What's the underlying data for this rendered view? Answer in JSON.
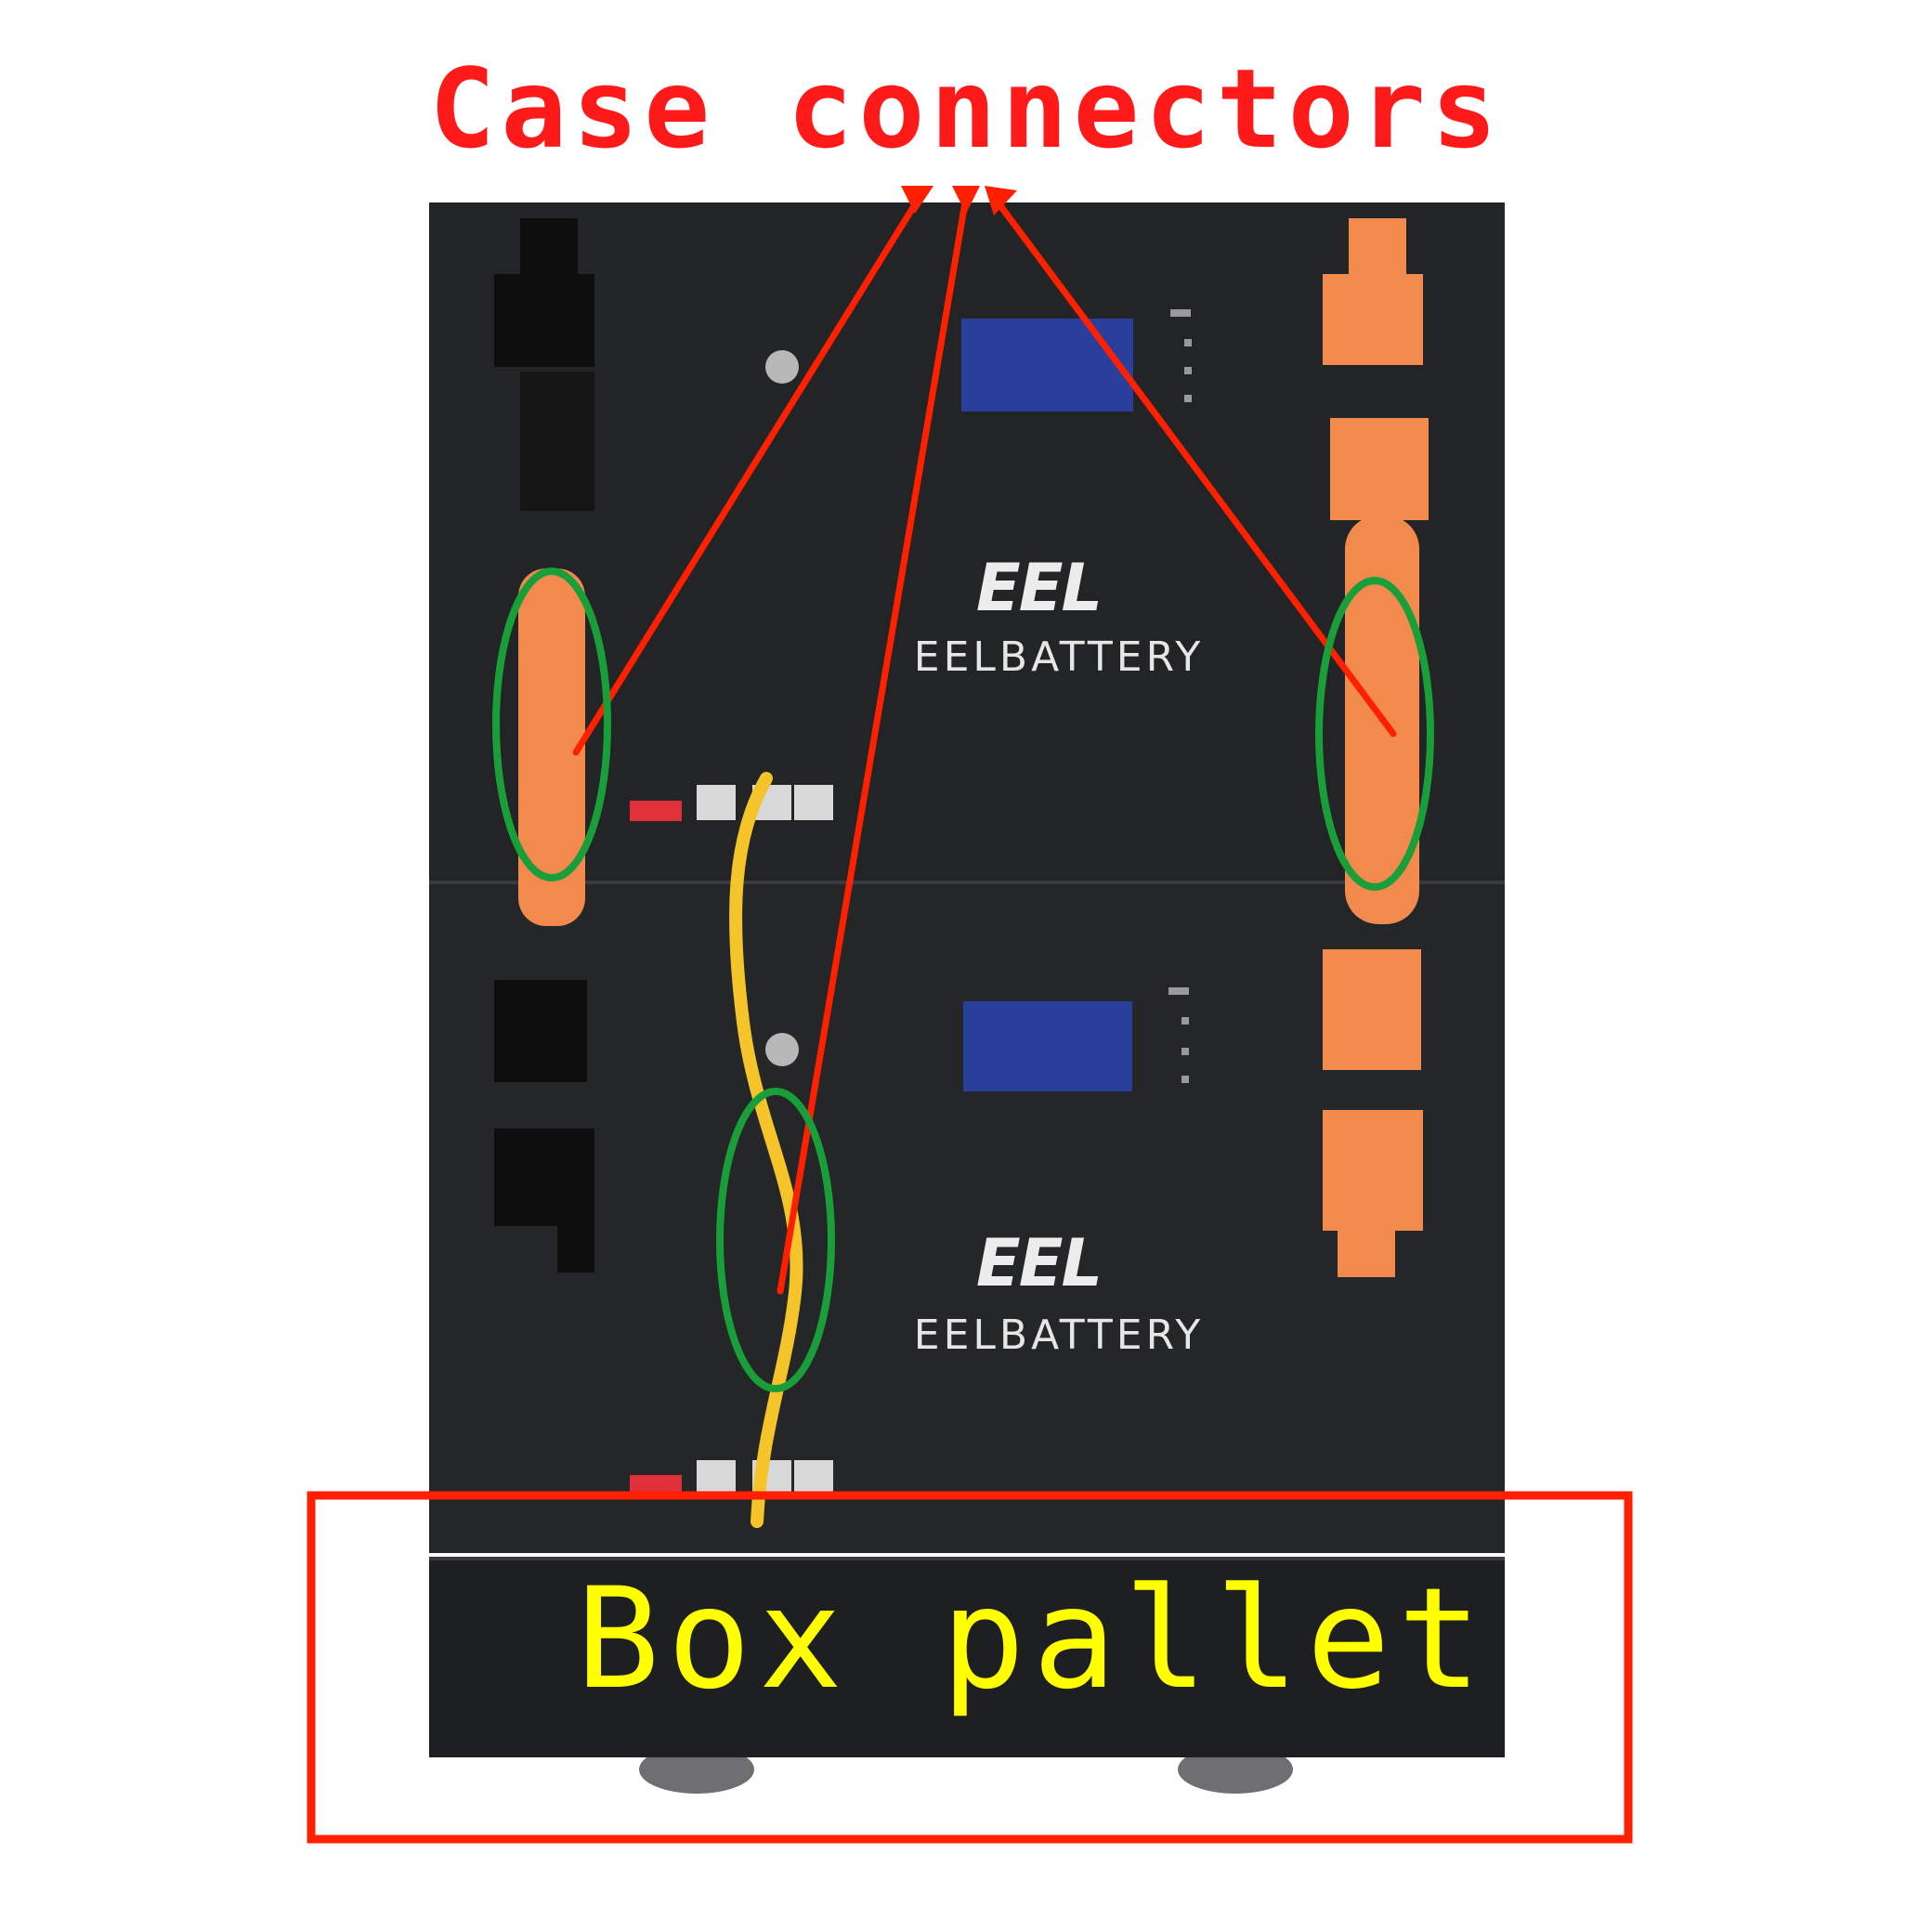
{
  "annotations": {
    "title": "Case connectors",
    "title_color": "#ff1a1a",
    "pallet_label": "Box pallet",
    "pallet_label_color": "#ffff00",
    "arrow_color": "#ff2000",
    "highlight_ring_color": "#1a9e3a",
    "pallet_box_color": "#ff2000"
  },
  "battery_modules": [
    {
      "logo": "EEL",
      "brand": "EELBATTERY"
    },
    {
      "logo": "EEL",
      "brand": "EELBATTERY"
    }
  ],
  "colors": {
    "case": "#232426",
    "screen": "#2a3f9c",
    "orange_cable": "#f28a4e",
    "yellow_cable": "#f4c42a",
    "dip_switch": "#e0303a"
  }
}
